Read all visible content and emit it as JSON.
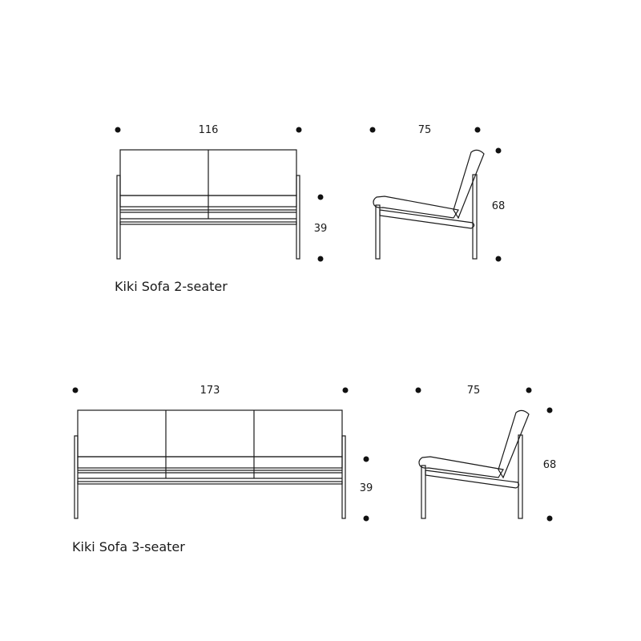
{
  "sofa_2": {
    "caption": "Kiki Sofa 2-seater",
    "width": "116",
    "depth": "75",
    "height": "68",
    "seat_height": "39"
  },
  "sofa_3": {
    "caption": "Kiki Sofa 3-seater",
    "width": "173",
    "depth": "75",
    "height": "68",
    "seat_height": "39"
  }
}
